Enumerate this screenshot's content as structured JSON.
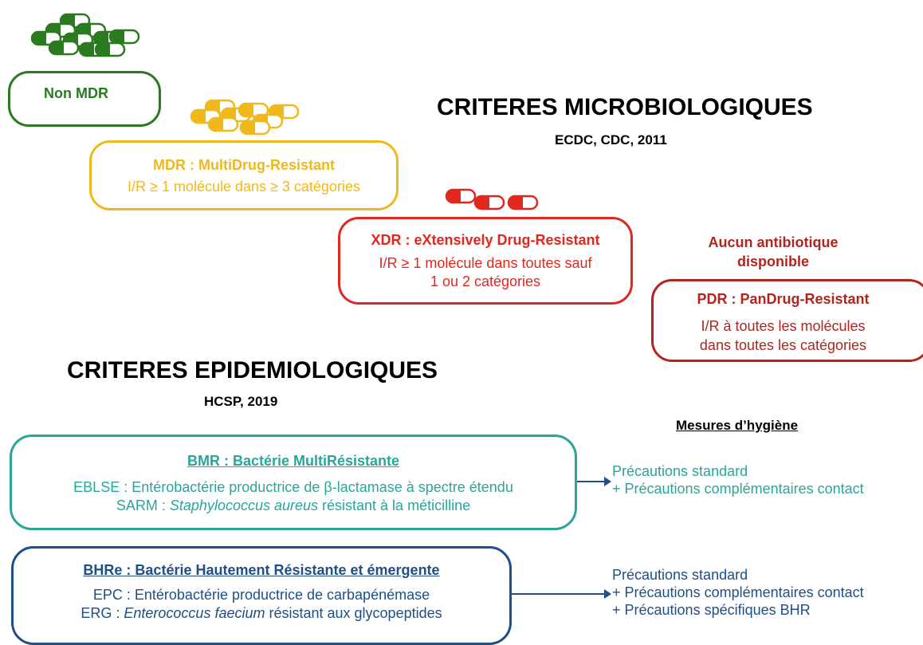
{
  "colors": {
    "green": "#2a7a1f",
    "yellow": "#f0b81a",
    "red": "#e0281e",
    "darkred": "#b0261e",
    "teal": "#2aa59a",
    "navy": "#1e4f86"
  },
  "micro": {
    "title": "CRITERES MICROBIOLOGIQUES",
    "subtitle": "ECDC, CDC, 2011",
    "non_mdr": {
      "label": "Non MDR"
    },
    "mdr": {
      "title": "MDR : MultiDrug-Resistant",
      "line1": "I/R ≥ 1 molécule dans ≥ 3 catégories"
    },
    "xdr": {
      "title": "XDR : eXtensively Drug-Resistant",
      "line1": "I/R ≥ 1 molécule dans toutes sauf",
      "line2": "1 ou 2 catégories"
    },
    "pdr": {
      "note_line1": "Aucun antibiotique",
      "note_line2": "disponible",
      "title": "PDR : PanDrug-Resistant",
      "line1": "I/R à toutes les molécules",
      "line2": "dans toutes les catégories"
    }
  },
  "epi": {
    "title": "CRITERES EPIDEMIOLOGIQUES",
    "subtitle": "HCSP, 2019",
    "hygiene_header": "Mesures d’hygiène",
    "bmr": {
      "title": "BMR : Bactérie MultiRésistante",
      "line1": "EBLSE : Entérobactérie productrice de β-lactamase à spectre étendu",
      "line2_prefix": "SARM : ",
      "line2_italic": "Staphylococcus aureus",
      "line2_suffix": " résistant à la méticilline",
      "measures": [
        "Précautions standard",
        "+ Précautions complémentaires contact"
      ]
    },
    "bhre": {
      "title": "BHRe : Bactérie Hautement Résistante et émergente",
      "line1": "EPC : Entérobactérie productrice de carbapénémase",
      "line2_prefix": "ERG : ",
      "line2_italic": "Enterococcus faecium",
      "line2_suffix": " résistant aux glycopeptides",
      "measures": [
        "Précautions standard",
        "+ Précautions complémentaires contact",
        "+ Précautions spécifiques BHR"
      ]
    }
  }
}
